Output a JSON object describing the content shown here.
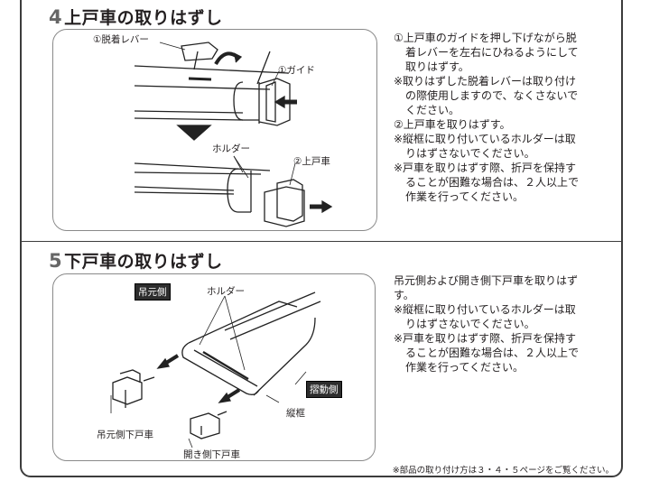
{
  "section4": {
    "number": "4",
    "title": "上戸車の取りはずし",
    "labels": {
      "lever": "①脱着レバー",
      "guide": "①ガイド",
      "holder": "ホルダー",
      "upper_roller": "②上戸車"
    },
    "desc": [
      {
        "text": "①上戸車のガイドを押し下げながら脱",
        "indent": false
      },
      {
        "text": "着レバーを左右にひねるようにして",
        "indent": true
      },
      {
        "text": "取りはずす。",
        "indent": true
      },
      {
        "text": "※取りはずした脱着レバーは取り付け",
        "indent": false
      },
      {
        "text": "の際使用しますので、なくさないで",
        "indent": true
      },
      {
        "text": "ください。",
        "indent": true
      },
      {
        "text": "②上戸車を取りはずす。",
        "indent": false
      },
      {
        "text": "※縦框に取り付いているホルダーは取",
        "indent": false
      },
      {
        "text": "りはずさないでください。",
        "indent": true
      },
      {
        "text": "※戸車を取りはずす際、折戸を保持す",
        "indent": false
      },
      {
        "text": "ることが困難な場合は、２人以上で",
        "indent": true
      },
      {
        "text": "作業を行ってください。",
        "indent": true
      }
    ]
  },
  "section5": {
    "number": "5",
    "title": "下戸車の取りはずし",
    "labels": {
      "hanging_side": "吊元側",
      "holder": "ホルダー",
      "swing_side": "摺動側",
      "vertical_frame": "縦框",
      "hanging_lower_roller": "吊元側下戸車",
      "opening_lower_roller": "開き側下戸車"
    },
    "desc": [
      {
        "text": "吊元側および開き側下戸車を取りはず",
        "indent": false
      },
      {
        "text": "す。",
        "indent": false
      },
      {
        "text": "※縦框に取り付いているホルダーは取",
        "indent": false
      },
      {
        "text": "りはずさないでください。",
        "indent": true
      },
      {
        "text": "※戸車を取りはずす際、折戸を保持す",
        "indent": false
      },
      {
        "text": "ることが困難な場合は、２人以上で",
        "indent": true
      },
      {
        "text": "作業を行ってください。",
        "indent": true
      }
    ]
  },
  "footnote": "※部品の取り付け方は３・４・５ページをご覧ください。"
}
